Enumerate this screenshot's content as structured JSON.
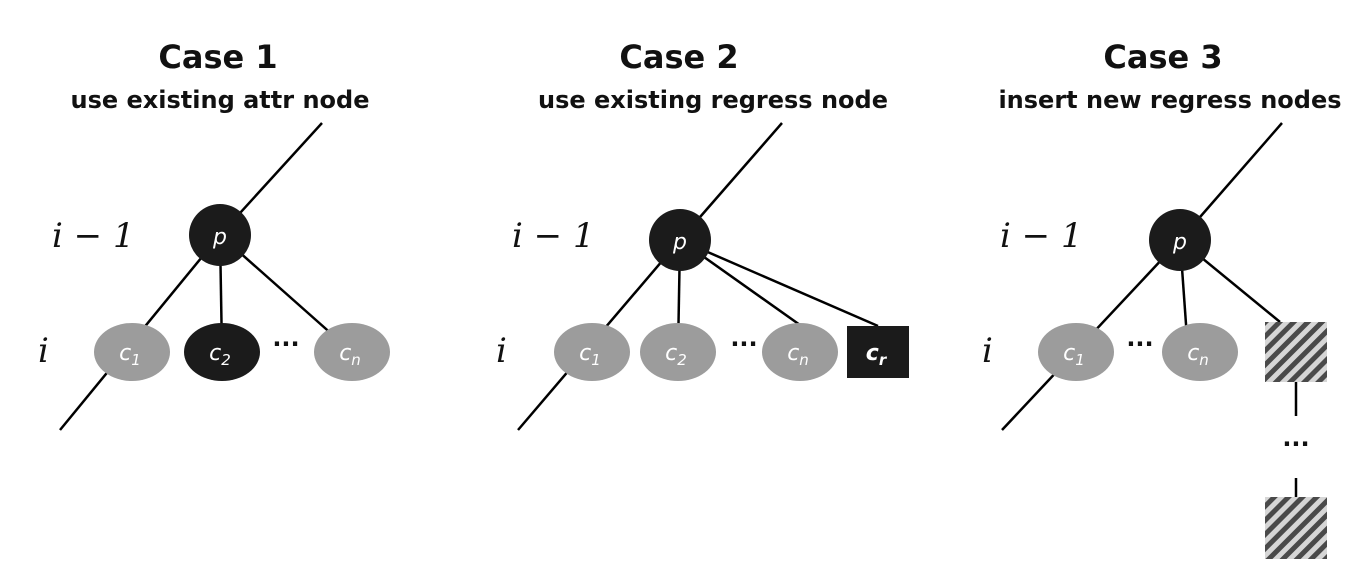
{
  "cases": [
    {
      "title": "Case 1",
      "subtitle": "use existing attr node",
      "level_upper": "i − 1",
      "level_lower": "i",
      "parent": "p",
      "children": [
        {
          "base": "c",
          "sub": "1",
          "state": "grey"
        },
        {
          "base": "c",
          "sub": "2",
          "state": "black"
        },
        {
          "base": "c",
          "sub": "n",
          "state": "grey"
        }
      ],
      "ellipsis": "···"
    },
    {
      "title": "Case 2",
      "subtitle": "use existing regress node",
      "level_upper": "i − 1",
      "level_lower": "i",
      "parent": "p",
      "children": [
        {
          "base": "c",
          "sub": "1",
          "state": "grey"
        },
        {
          "base": "c",
          "sub": "2",
          "state": "grey"
        },
        {
          "base": "c",
          "sub": "n",
          "state": "grey"
        }
      ],
      "regress_node": {
        "base": "c",
        "sub": "r",
        "state": "black"
      },
      "ellipsis": "···"
    },
    {
      "title": "Case 3",
      "subtitle": "insert new regress nodes",
      "level_upper": "i − 1",
      "level_lower": "i",
      "parent": "p",
      "children": [
        {
          "base": "c",
          "sub": "1",
          "state": "grey"
        },
        {
          "base": "c",
          "sub": "n",
          "state": "grey"
        }
      ],
      "new_regress_nodes": "hatched",
      "ellipsis": "···",
      "chain_ellipsis": "···"
    }
  ],
  "colors": {
    "black_node": "#1b1b1b",
    "grey_node": "#9c9c9c",
    "hatch": "#8a8a8a"
  }
}
